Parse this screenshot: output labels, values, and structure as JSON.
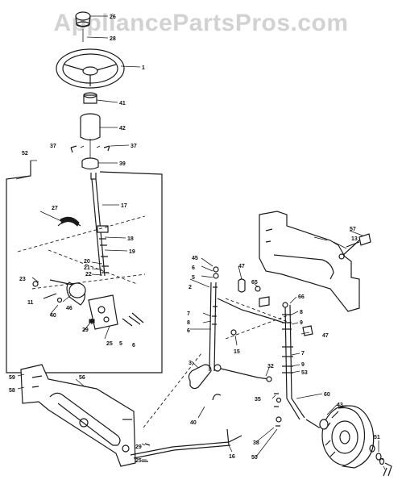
{
  "watermark": "AppliancePartsPros.com",
  "callouts": {
    "c1": "1",
    "c2": "2",
    "c3": "3",
    "c5a": "5",
    "c5b": "5",
    "c6a": "6",
    "c6b": "6",
    "c6c": "6",
    "c7a": "7",
    "c7b": "7",
    "c8a": "8",
    "c8b": "8",
    "c9a": "9",
    "c9b": "9",
    "c11": "11",
    "c13": "13",
    "c15": "15",
    "c16": "16",
    "c17": "17",
    "c18": "18",
    "c19": "19",
    "c20": "20",
    "c21": "21",
    "c22": "22",
    "c23": "23",
    "c25a": "25",
    "c25b": "25",
    "c26": "26",
    "c27": "27",
    "c28": "28",
    "c29a": "29",
    "c29b": "29",
    "c32": "32",
    "c35": "35",
    "c37a": "37",
    "c37b": "37",
    "c38": "38",
    "c39": "39",
    "c40a": "40",
    "c40b": "40",
    "c41": "41",
    "c42": "42",
    "c43": "43",
    "c45": "45",
    "c46": "46",
    "c47a": "47",
    "c47b": "47",
    "c50": "50",
    "c51": "51",
    "c52": "52",
    "c53": "53",
    "c56": "56",
    "c57": "57",
    "c58": "58",
    "c59": "59",
    "c60": "60",
    "c65": "65",
    "c66": "66"
  }
}
